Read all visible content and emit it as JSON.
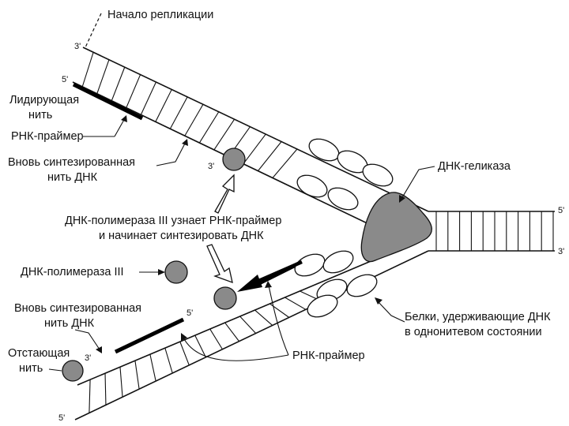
{
  "labels": {
    "replication_origin": "Начало репликации",
    "leading_strand_line1": "Лидирующая",
    "leading_strand_line2": "нить",
    "rna_primer_top": "РНК-праймер",
    "new_strand_top_line1": "Вновь синтезированная",
    "new_strand_top_line2": "нить ДНК",
    "helicase": "ДНК-геликаза",
    "pol3_recognizes_line1": "ДНК-полимераза III узнает РНК-праймер",
    "pol3_recognizes_line2": "и начинает синтезировать ДНК",
    "pol3": "ДНК-полимераза III",
    "new_strand_bottom_line1": "Вновь синтезированная",
    "new_strand_bottom_line2": "нить ДНК",
    "lagging_strand_line1": "Отстающая",
    "lagging_strand_line2": "нить",
    "ssb_line1": "Белки, удерживающие ДНК",
    "ssb_line2": "в однонитевом состоянии",
    "rna_primer_bottom": "РНК-праймер"
  },
  "ends": {
    "top_left_3": "3'",
    "top_left_5": "5'",
    "top_poly_3": "3'",
    "bottom_poly_3": "3'",
    "bottom_left_5": "5'",
    "bottom_lag_5": "5'",
    "right_top_5": "5'",
    "right_bottom_3": "3'"
  },
  "colors": {
    "line": "#111111",
    "enzyme": "#8a8a8a",
    "background": "#ffffff"
  }
}
